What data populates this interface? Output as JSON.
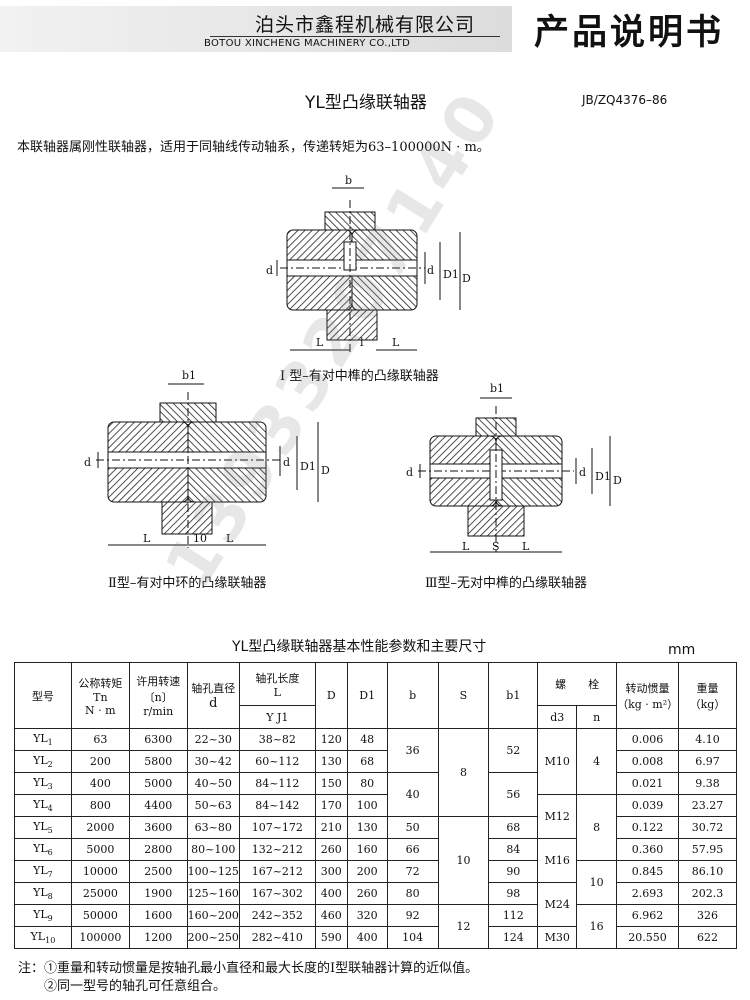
{
  "header": {
    "company_cn": "泊头市鑫程机械有限公司",
    "company_en": "BOTOU XINCHENG MACHINERY CO.,LTD",
    "doc_title": "产品说明书"
  },
  "page": {
    "title": "YL型凸缘联轴器",
    "standard": "JB/ZQ4376–86",
    "intro": "本联轴器属刚性联轴器，适用于同轴线传动轴系，传递转矩为63–100000N · m。"
  },
  "figures": {
    "fig1_caption": "I 型–有对中榫的凸缘联轴器",
    "fig2_caption": "Ⅱ型–有对中环的凸缘联轴器",
    "fig3_caption": "Ⅲ型–无对中榫的凸缘联轴器",
    "labels": {
      "b": "b",
      "b1": "b1",
      "d": "d",
      "D": "D",
      "D1": "D1",
      "L": "L",
      "l": "l",
      "ten": "10",
      "S": "S"
    }
  },
  "watermark": "13933207140",
  "table": {
    "title": "YL型凸缘联轴器基本性能参数和主要尺寸",
    "unit": "mm",
    "headers": {
      "model": "型号",
      "torque": "公称转矩",
      "torque_sym": "Tn",
      "torque_unit": "N · m",
      "speed": "许用转速",
      "speed_sym": "〔n〕",
      "speed_unit": "r/min",
      "bore_dia": "轴孔直径",
      "bore_dia_sym": "d",
      "bore_len": "轴孔长度",
      "bore_len_sym": "L",
      "y_j1": "Y J1",
      "D": "D",
      "D1": "D1",
      "b": "b",
      "S": "S",
      "b1": "b1",
      "bolt": "螺　　栓",
      "d3": "d3",
      "n": "n",
      "inertia": "转动惯量",
      "inertia_unit": "（kg · m²）",
      "weight": "重量",
      "weight_unit": "（kg）"
    },
    "rows": [
      {
        "model": "YL",
        "sub": "1",
        "tn": "63",
        "n": "6300",
        "d": "22~30",
        "l": "38~82",
        "D": "120",
        "D1": "48",
        "inertia": "0.006",
        "weight": "4.10"
      },
      {
        "model": "YL",
        "sub": "2",
        "tn": "200",
        "n": "5800",
        "d": "30~42",
        "l": "60~112",
        "D": "130",
        "D1": "68",
        "inertia": "0.008",
        "weight": "6.97"
      },
      {
        "model": "YL",
        "sub": "3",
        "tn": "400",
        "n": "5000",
        "d": "40~50",
        "l": "84~112",
        "D": "150",
        "D1": "80",
        "inertia": "0.021",
        "weight": "9.38"
      },
      {
        "model": "YL",
        "sub": "4",
        "tn": "800",
        "n": "4400",
        "d": "50~63",
        "l": "84~142",
        "D": "170",
        "D1": "100",
        "inertia": "0.039",
        "weight": "23.27"
      },
      {
        "model": "YL",
        "sub": "5",
        "tn": "2000",
        "n": "3600",
        "d": "63~80",
        "l": "107~172",
        "D": "210",
        "D1": "130",
        "inertia": "0.122",
        "weight": "30.72"
      },
      {
        "model": "YL",
        "sub": "6",
        "tn": "5000",
        "n": "2800",
        "d": "80~100",
        "l": "132~212",
        "D": "260",
        "D1": "160",
        "inertia": "0.360",
        "weight": "57.95"
      },
      {
        "model": "YL",
        "sub": "7",
        "tn": "10000",
        "n": "2500",
        "d": "100~125",
        "l": "167~212",
        "D": "300",
        "D1": "200",
        "inertia": "0.845",
        "weight": "86.10"
      },
      {
        "model": "YL",
        "sub": "8",
        "tn": "25000",
        "n": "1900",
        "d": "125~160",
        "l": "167~302",
        "D": "400",
        "D1": "260",
        "inertia": "2.693",
        "weight": "202.3"
      },
      {
        "model": "YL",
        "sub": "9",
        "tn": "50000",
        "n": "1600",
        "d": "160~200",
        "l": "242~352",
        "D": "460",
        "D1": "320",
        "inertia": "6.962",
        "weight": "326"
      },
      {
        "model": "YL",
        "sub": "10",
        "tn": "100000",
        "n": "1200",
        "d": "200~250",
        "l": "282~410",
        "D": "590",
        "D1": "400",
        "inertia": "20.550",
        "weight": "622"
      }
    ],
    "merged": {
      "b_36": "36",
      "b_40": "40",
      "b_50": "50",
      "b_66": "66",
      "b_72": "72",
      "b_80": "80",
      "b_92": "92",
      "b_104": "104",
      "S_8": "8",
      "S_10": "10",
      "S_12": "12",
      "b1_52": "52",
      "b1_56": "56",
      "b1_68": "68",
      "b1_84": "84",
      "b1_90": "90",
      "b1_98": "98",
      "b1_112": "112",
      "b1_124": "124",
      "d3_M10": "M10",
      "d3_M12": "M12",
      "d3_M16": "M16",
      "d3_M24": "M24",
      "d3_M30": "M30",
      "n_4": "4",
      "n_8": "8",
      "n_10": "10",
      "n_16": "16"
    }
  },
  "notes": [
    "注：①重量和转动惯量是按轴孔最小直径和最大长度的I型联轴器计算的近似值。",
    "　　②同一型号的轴孔可任意组合。"
  ]
}
